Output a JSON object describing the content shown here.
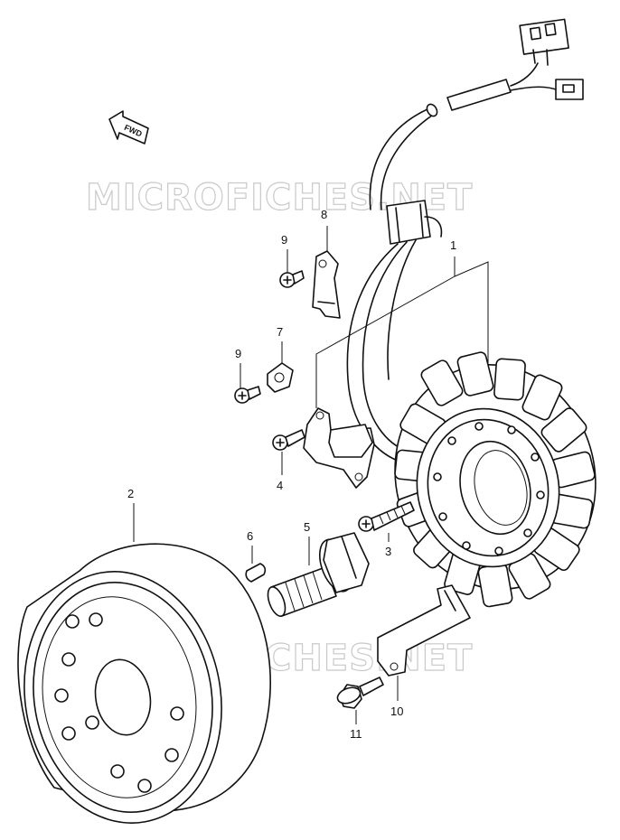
{
  "watermark": "MICROFICHES.NET",
  "direction_label": "FWD",
  "callouts": {
    "c1": "1",
    "c2": "2",
    "c3": "3",
    "c4": "4",
    "c5": "5",
    "c6": "6",
    "c7": "7",
    "c8": "8",
    "c9a": "9",
    "c9b": "9",
    "c10": "10",
    "c11": "11"
  }
}
